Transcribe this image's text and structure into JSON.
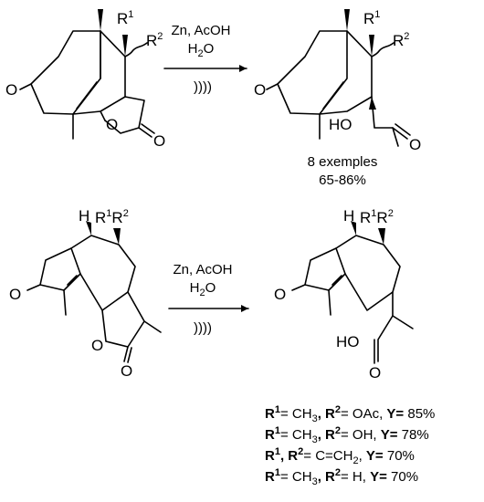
{
  "reaction_1": {
    "conditions": {
      "reagents": "Zn, AcOH",
      "solvent": "H2O",
      "ultrasound": "))))"
    },
    "substituents": {
      "r1": "R",
      "r1_sup": "1",
      "r2": "R",
      "r2_sup": "2"
    },
    "atoms": {
      "ketone_o": "O",
      "lactone_o_ring": "O",
      "lactone_o_carbonyl": "O",
      "acid": "HO",
      "acid_o": "O"
    },
    "note_line1": "8 exemples",
    "note_line2": "65-86%"
  },
  "reaction_2": {
    "conditions": {
      "reagents": "Zn, AcOH",
      "solvent": "H2O",
      "ultrasound": "))))"
    },
    "substituents": {
      "h": "H",
      "r1": "R",
      "r1_sup": "1",
      "r2": "R",
      "r2_sup": "2"
    },
    "atoms": {
      "ketone_o": "O",
      "lactone_o_ring": "O",
      "lactone_o_carbonyl": "O",
      "acid": "HO",
      "acid_o": "O"
    }
  },
  "results": [
    {
      "r1": "R",
      "r1_sup": "1",
      "sep": "= CH",
      "sub": "3",
      "r2": ", R",
      "r2_sup": "2",
      "r2_val": "= OAc, ",
      "y": "Y=",
      "y_val": " 85%"
    },
    {
      "r1": "R",
      "r1_sup": "1",
      "sep": "= CH",
      "sub": "3",
      "r2": ", R",
      "r2_sup": "2",
      "r2_val": "= OH, ",
      "y": "Y=",
      "y_val": " 78%"
    },
    {
      "r1": "R",
      "r1_sup": "1",
      "sep": ", R",
      "sub": "",
      "r2": "",
      "r2_sup": "2",
      "r2_val": "= C=CH",
      "r2_sub": "2",
      "r2_tail": ", ",
      "y": "Y=",
      "y_val": " 70%"
    },
    {
      "r1": "R",
      "r1_sup": "1",
      "sep": "= CH",
      "sub": "3",
      "r2": ", R",
      "r2_sup": "2",
      "r2_val": "= H, ",
      "y": "Y=",
      "y_val": " 70%"
    }
  ]
}
